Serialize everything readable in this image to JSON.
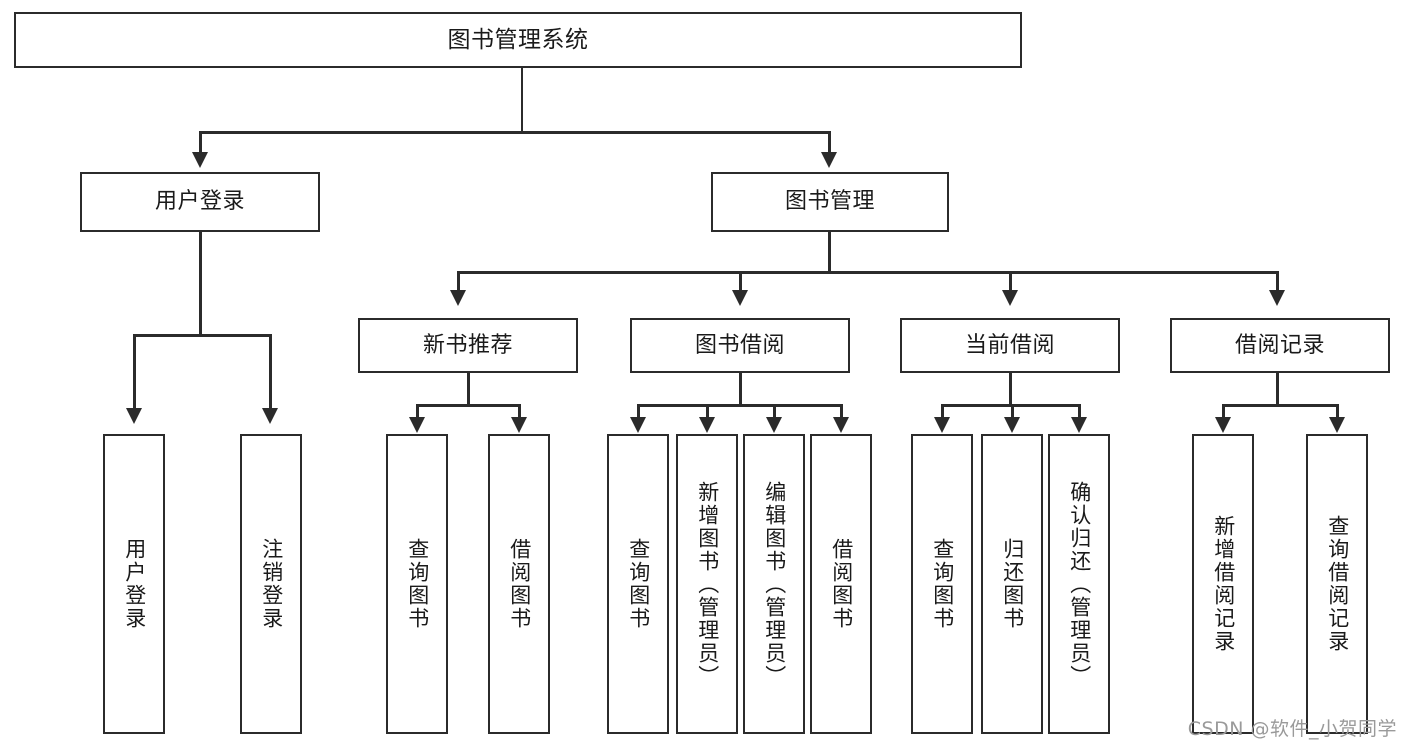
{
  "diagram": {
    "title": "图书管理系统",
    "root": {
      "label": "图书管理系统"
    },
    "level2": [
      {
        "label": "用户登录"
      },
      {
        "label": "图书管理"
      }
    ],
    "level3": [
      {
        "label": "新书推荐"
      },
      {
        "label": "图书借阅"
      },
      {
        "label": "当前借阅"
      },
      {
        "label": "借阅记录"
      }
    ],
    "leaves": {
      "user_login": [
        {
          "label": "用户登录"
        },
        {
          "label": "注销登录"
        }
      ],
      "new_book_recommend": [
        {
          "label": "查询图书"
        },
        {
          "label": "借阅图书"
        }
      ],
      "book_borrow": [
        {
          "label": "查询图书"
        },
        {
          "label": "新增图书（管理员）"
        },
        {
          "label": "编辑图书（管理员）"
        },
        {
          "label": "借阅图书"
        }
      ],
      "current_borrow": [
        {
          "label": "查询图书"
        },
        {
          "label": "归还图书"
        },
        {
          "label": "确认归还（管理员）"
        }
      ],
      "borrow_record": [
        {
          "label": "新增借阅记录"
        },
        {
          "label": "查询借阅记录"
        }
      ]
    }
  },
  "watermark": {
    "text": "CSDN @软件_小贺同学"
  },
  "colors": {
    "line": "#2b2b2b",
    "text": "#1a1a1a",
    "background": "#ffffff",
    "watermark": "#9a9a9a"
  }
}
